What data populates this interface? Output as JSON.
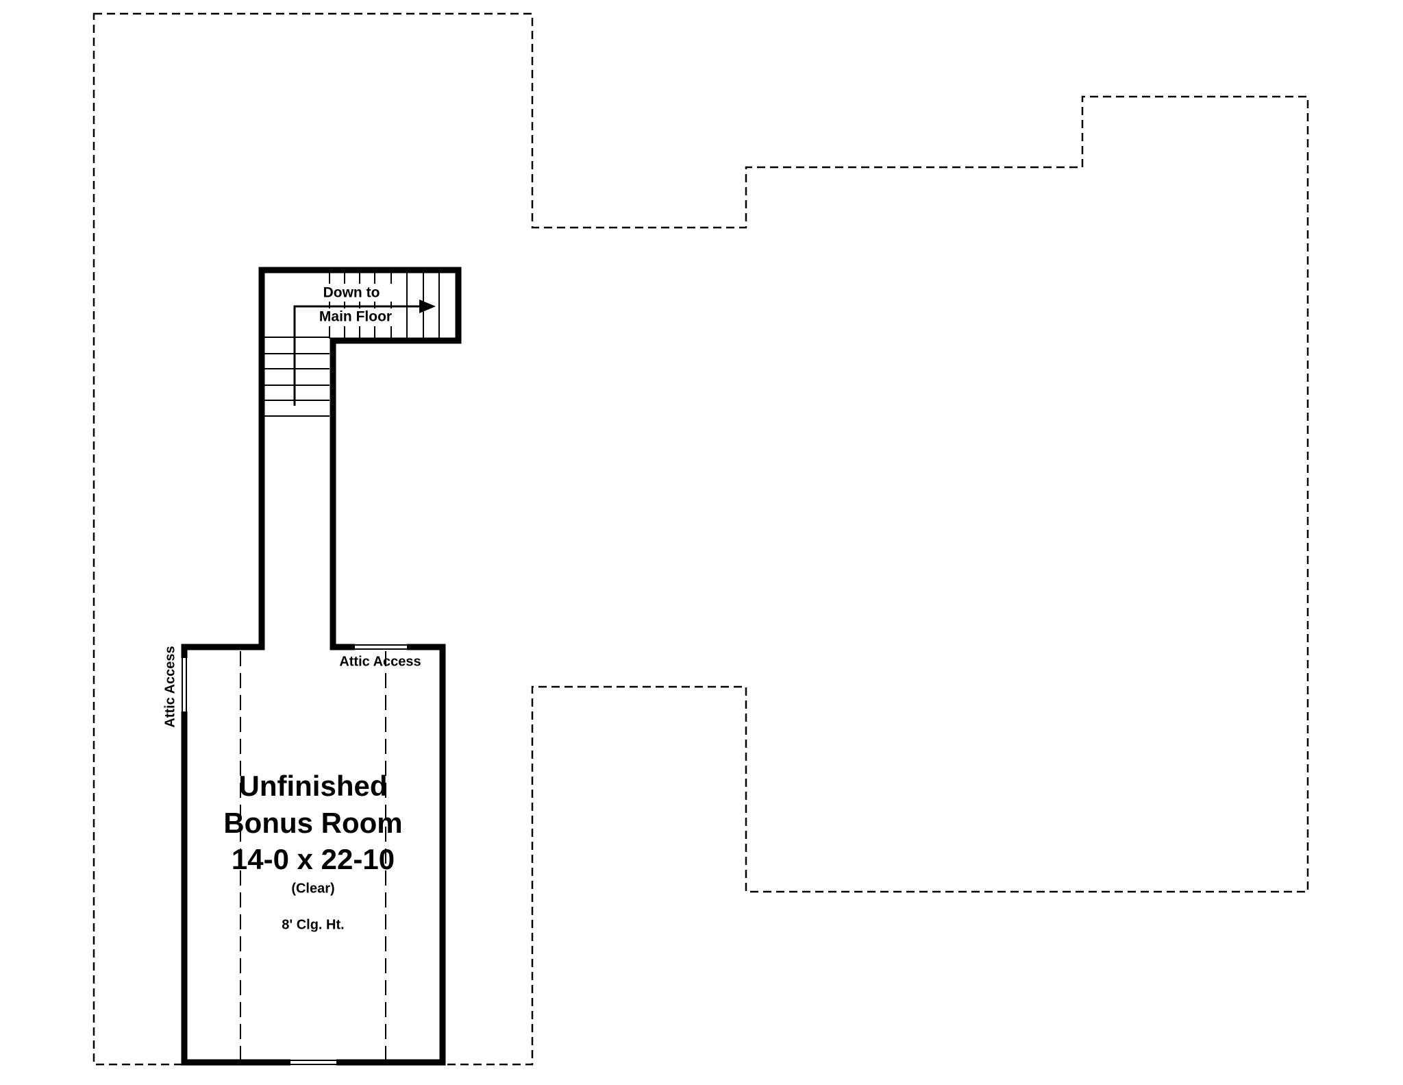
{
  "plan": {
    "stair_label_line1": "Down to",
    "stair_label_line2": "Main Floor",
    "attic_access_top": "Attic Access",
    "attic_access_left": "Attic Access",
    "room": {
      "name_line1": "Unfinished",
      "name_line2": "Bonus Room",
      "dimensions": "14-0 x 22-10",
      "note": "(Clear)",
      "ceiling": "8' Clg. Ht."
    }
  },
  "colors": {
    "ink": "#000000",
    "paper": "#ffffff"
  }
}
